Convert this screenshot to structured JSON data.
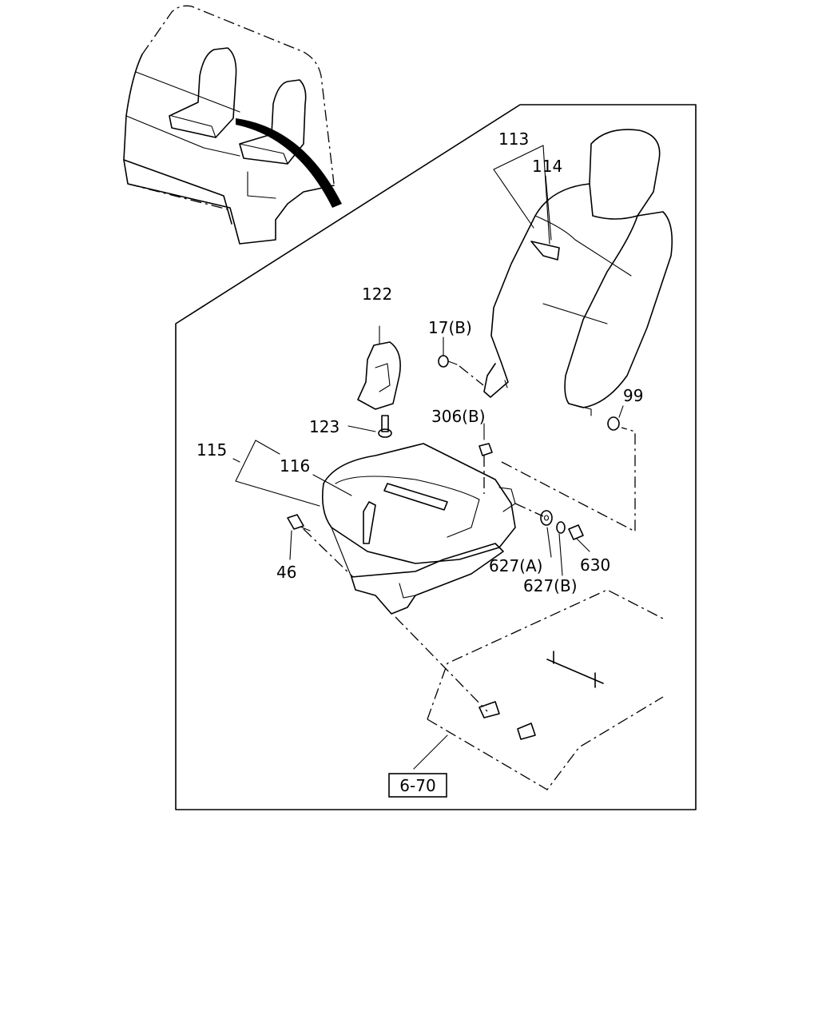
{
  "diagram": {
    "ref_box": "6-70",
    "callouts": {
      "c113": "113",
      "c114": "114",
      "c122": "122",
      "c17b": "17(B)",
      "c99": "99",
      "c123": "123",
      "c306b": "306(B)",
      "c115": "115",
      "c116": "116",
      "c46": "46",
      "c627a": "627(A)",
      "c630": "630",
      "c627b": "627(B)"
    }
  }
}
